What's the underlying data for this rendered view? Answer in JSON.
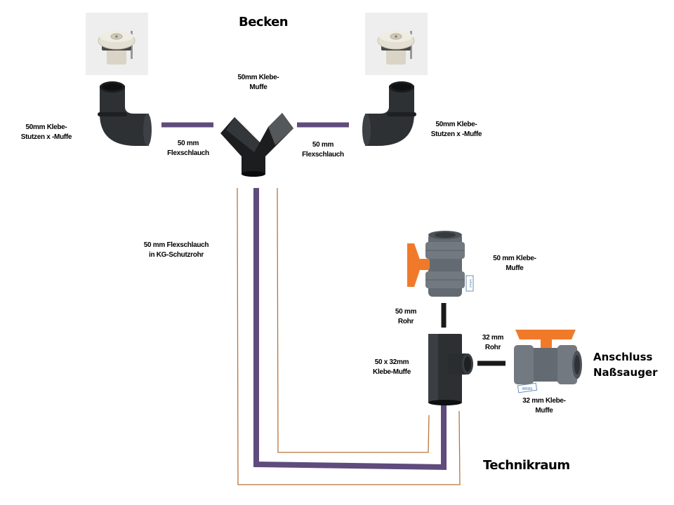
{
  "diagram": {
    "title": "Becken",
    "room_label": "Technikraum",
    "connection_label": [
      "Anschluss",
      "Naßsauger"
    ],
    "colors": {
      "hose": "#5f4b7c",
      "protective_pipe": "#b8743a",
      "pipe": "#1a1a1a",
      "pvc_fitting": "#2a2d30",
      "valve_body": "#6a7077",
      "valve_handle": "#f07a2a",
      "nozzle_bg": "#eeeeee"
    },
    "components": {
      "nozzle_left": {
        "icon": "wall-inlet-nozzle-icon"
      },
      "nozzle_right": {
        "icon": "wall-inlet-nozzle-icon"
      },
      "elbow_left": {
        "icon": "pvc-elbow-icon",
        "label": [
          "50mm Klebe-",
          "Stutzen x -Muffe"
        ]
      },
      "elbow_right": {
        "icon": "pvc-elbow-icon",
        "label": [
          "50mm Klebe-",
          "Stutzen x -Muffe"
        ]
      },
      "y_fitting": {
        "icon": "pvc-y-fitting-icon",
        "label": [
          "50mm Klebe-",
          "Muffe"
        ]
      },
      "hose_left": {
        "label": [
          "50 mm",
          "Flexschlauch"
        ]
      },
      "hose_right": {
        "label": [
          "50 mm",
          "Flexschlauch"
        ]
      },
      "main_hose": {
        "label": [
          "50 mm Flexschlauch",
          "in KG-Schutzrohr"
        ]
      },
      "valve_50": {
        "icon": "ball-valve-icon",
        "label": [
          "50 mm Klebe-",
          "Muffe"
        ],
        "badge": "WRAS"
      },
      "pipe_50": {
        "label": [
          "50 mm",
          "Rohr"
        ]
      },
      "tee": {
        "icon": "pvc-reducing-tee-icon",
        "label": [
          "50 x 32mm",
          "Klebe-Muffe"
        ]
      },
      "pipe_32": {
        "label": [
          "32 mm",
          "Rohr"
        ]
      },
      "valve_32": {
        "icon": "ball-valve-icon",
        "label": [
          "32 mm Klebe-",
          "Muffe"
        ],
        "badge": "WRAS"
      }
    }
  }
}
